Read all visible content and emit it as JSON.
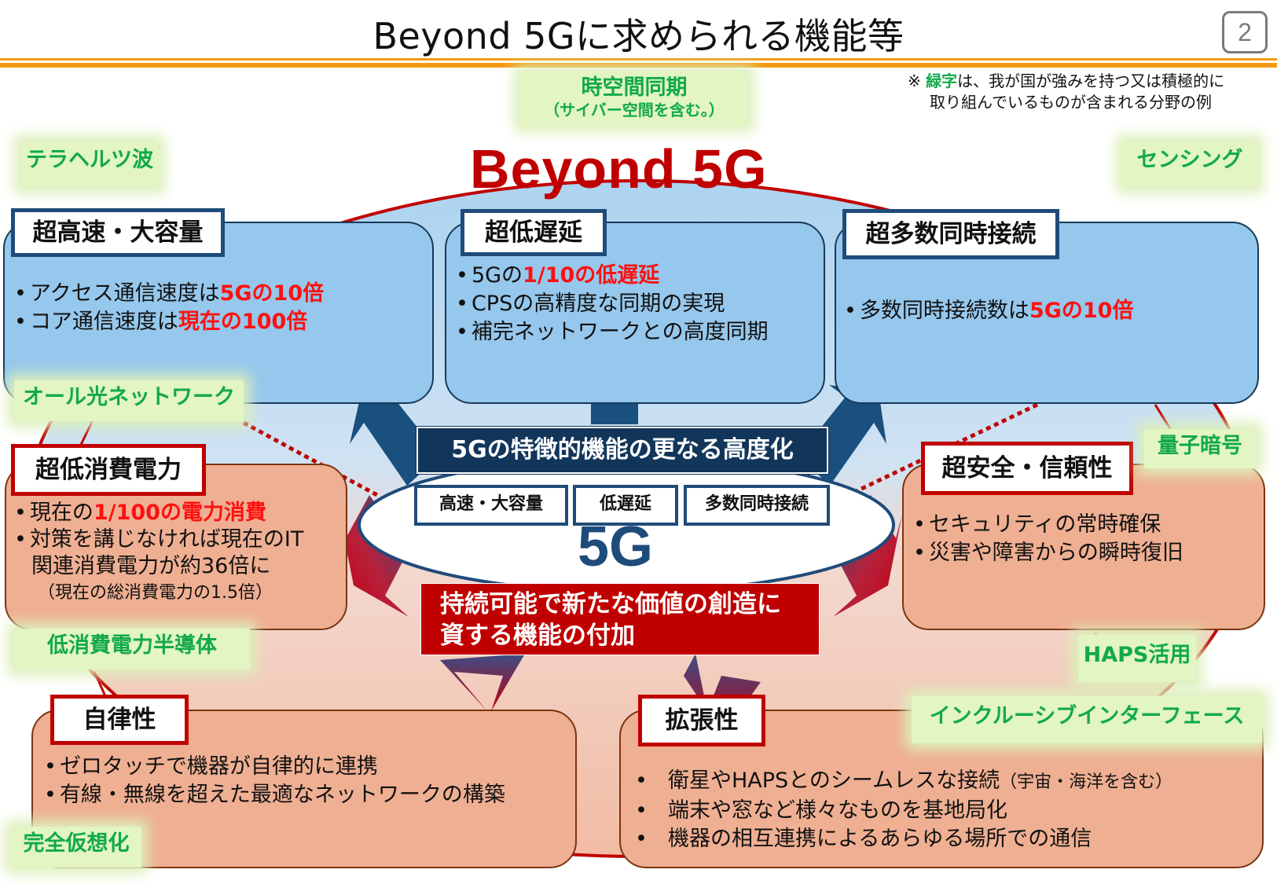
{
  "header": {
    "title": "Beyond 5Gに求められる機能等",
    "page_number": "2"
  },
  "note": {
    "prefix": "※ ",
    "green_word": "緑字",
    "line1_rest": "は、我が国が強みを持つ又は積極的に",
    "line2": "取り組んでいるものが含まれる分野の例"
  },
  "logo": {
    "text": "Beyond 5G"
  },
  "panels": {
    "speed": {
      "title": "超高速・大容量",
      "items": [
        {
          "text": "アクセス通信速度は",
          "highlight": "5Gの10倍"
        },
        {
          "text": "コア通信速度は",
          "highlight": "現在の100倍"
        }
      ]
    },
    "latency": {
      "title": "超低遅延",
      "items": [
        {
          "text": "5Gの",
          "highlight": "1/10の低遅延"
        },
        {
          "text": "CPSの高精度な同期の実現"
        },
        {
          "text": "補完ネットワークとの高度同期"
        }
      ]
    },
    "connections": {
      "title": "超多数同時接続",
      "items": [
        {
          "text": "多数同時接続数は",
          "highlight": "5Gの10倍"
        }
      ]
    },
    "power": {
      "title": "超低消費電力",
      "items": [
        {
          "text": "現在の",
          "highlight": "1/100の電力消費"
        },
        {
          "text": "対策を講じなければ現在のIT",
          "cont": "関連消費電力が約36倍に",
          "note": "（現在の総消費電力の1.5倍）"
        }
      ]
    },
    "security": {
      "title": "超安全・信頼性",
      "items": [
        {
          "text": "セキュリティの常時確保"
        },
        {
          "text": "災害や障害からの瞬時復旧"
        }
      ]
    },
    "autonomy": {
      "title": "自律性",
      "items": [
        {
          "text": "ゼロタッチで機器が自律的に連携"
        },
        {
          "text": "有線・無線を超えた最適なネットワークの構築"
        }
      ]
    },
    "extensibility": {
      "title": "拡張性",
      "items": [
        {
          "text": "衛星やHAPSとのシームレスな接続",
          "note": "（宇宙・海洋を含む）"
        },
        {
          "text": "端末や窓など様々なものを基地局化"
        },
        {
          "text": "機器の相互連携によるあらゆる場所での通信"
        }
      ]
    }
  },
  "tags": {
    "spacetime": {
      "label": "時空間同期",
      "sub": "（サイバー空間を含む。）"
    },
    "terahertz": {
      "label": "テラヘルツ波"
    },
    "sensing": {
      "label": "センシング"
    },
    "all_optical": {
      "label": "オール光ネットワーク"
    },
    "quantum": {
      "label": "量子暗号"
    },
    "low_power_semi": {
      "label": "低消費電力半導体"
    },
    "haps": {
      "label": "HAPS活用"
    },
    "inclusive": {
      "label": "インクルーシブインターフェース"
    },
    "virtualization": {
      "label": "完全仮想化"
    }
  },
  "center": {
    "advancement_banner": "5Gの特徴的機能の更なる高度化",
    "fiveg_features": [
      "高速・大容量",
      "低遅延",
      "多数同時接続"
    ],
    "fiveg_label": "5G",
    "value_banner_line1": "持続可能で新たな価値の創造に",
    "value_banner_line2": "資する機能の付加"
  },
  "colors": {
    "accent_orange": "#f39a12",
    "navy": "#1f4b7a",
    "red": "#c00000",
    "highlight_red": "#ff1010",
    "green_text": "#12a94a",
    "blue_panel": "#96c7ec",
    "salmon_panel": "#efaf92"
  }
}
